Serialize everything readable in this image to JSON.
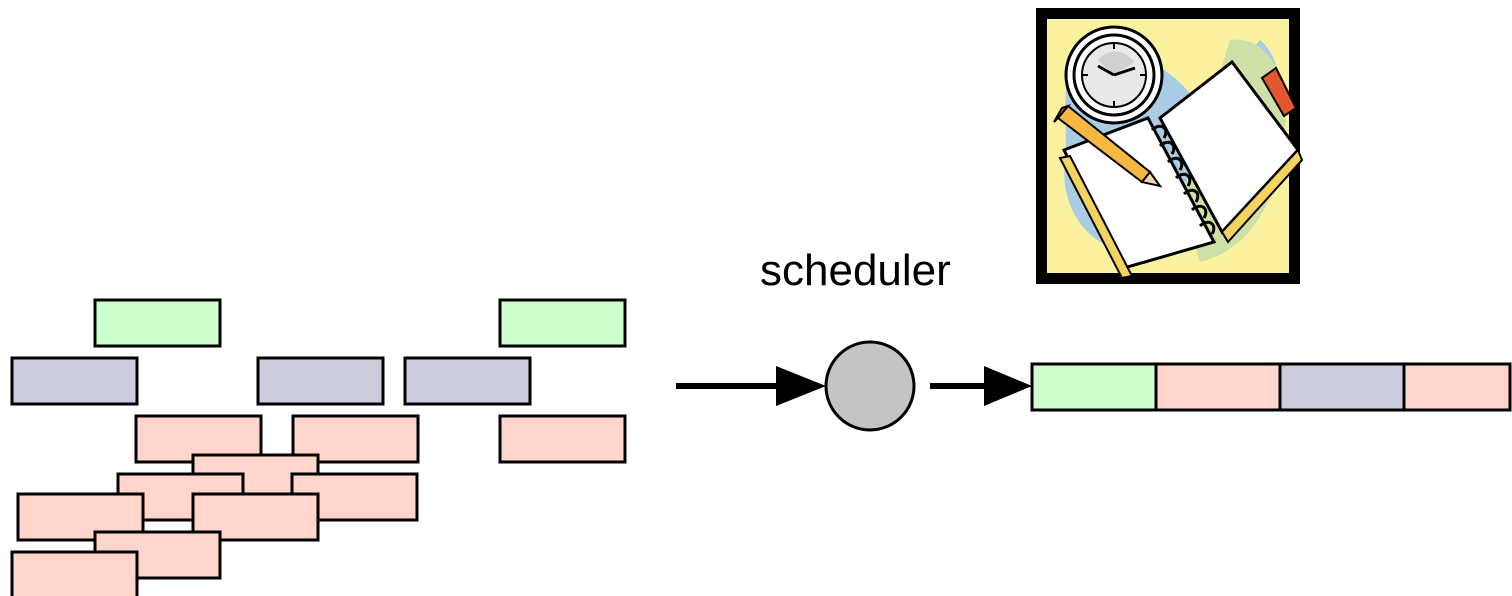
{
  "scheduler": {
    "label": "scheduler"
  },
  "colors": {
    "green": "#ccffcc",
    "blue": "#ccccdd",
    "pink": "#ffd5cc",
    "node": "#c4c4c4",
    "stroke": "#000000"
  },
  "icons": [
    "planner-notebook-icon",
    "clock-icon",
    "pencil-icon"
  ],
  "unscheduled_tasks": [
    {
      "kind": "green"
    },
    {
      "kind": "green"
    },
    {
      "kind": "blue"
    },
    {
      "kind": "blue"
    },
    {
      "kind": "blue"
    },
    {
      "kind": "pink"
    },
    {
      "kind": "pink"
    },
    {
      "kind": "pink"
    },
    {
      "kind": "pink"
    },
    {
      "kind": "pink"
    },
    {
      "kind": "pink"
    },
    {
      "kind": "pink"
    },
    {
      "kind": "pink"
    },
    {
      "kind": "pink"
    },
    {
      "kind": "pink"
    }
  ],
  "schedule_queue": [
    {
      "kind": "green"
    },
    {
      "kind": "pink"
    },
    {
      "kind": "blue"
    },
    {
      "kind": "pink"
    }
  ]
}
